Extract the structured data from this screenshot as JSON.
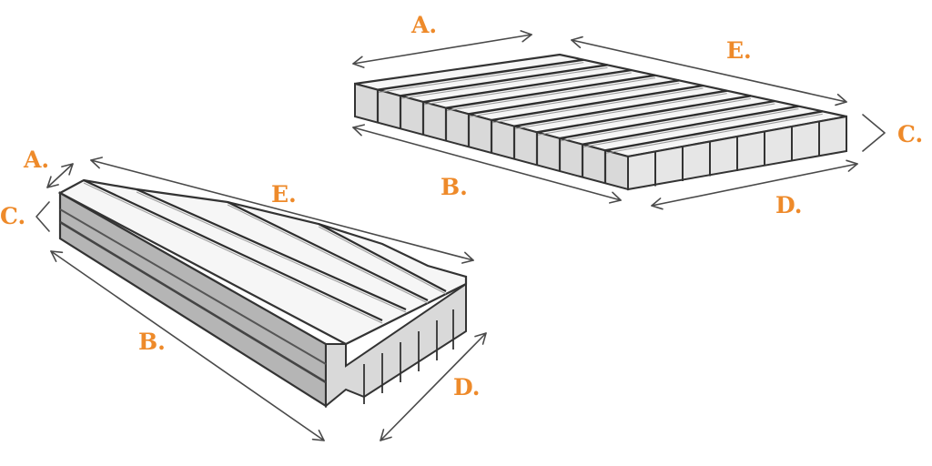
{
  "colors": {
    "label": "#ee8a2a",
    "arrow": "#4a4a4a",
    "ink": "#2e2e2e",
    "top_face": "#f6f6f6",
    "side_face": "#d9d9d9",
    "dark_face": "#b5b5b5"
  },
  "panel_rect": {
    "labels": {
      "a": "A.",
      "b": "B.",
      "c": "C.",
      "d": "D.",
      "e": "E."
    }
  },
  "panel_shaped": {
    "labels": {
      "a": "A.",
      "b": "B.",
      "c": "C.",
      "d": "D.",
      "e": "E."
    }
  }
}
